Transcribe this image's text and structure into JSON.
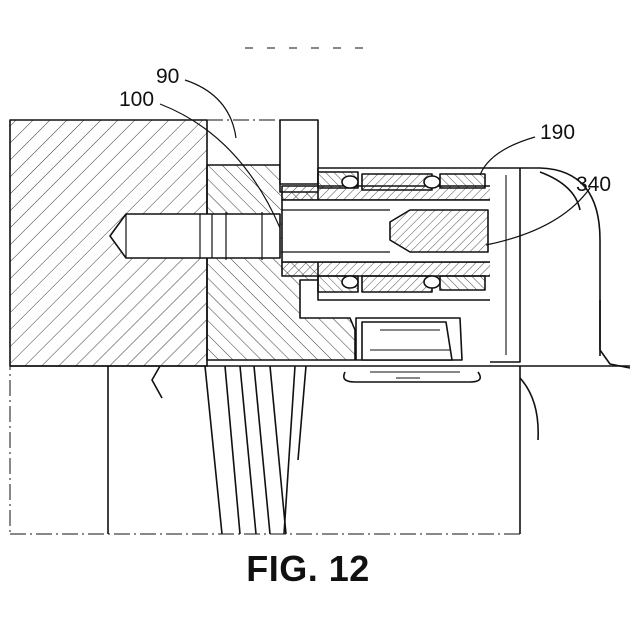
{
  "figure": {
    "caption": "FIG. 12",
    "labels": {
      "ref_90": "90",
      "ref_100": "100",
      "ref_190": "190",
      "ref_340": "340"
    }
  }
}
